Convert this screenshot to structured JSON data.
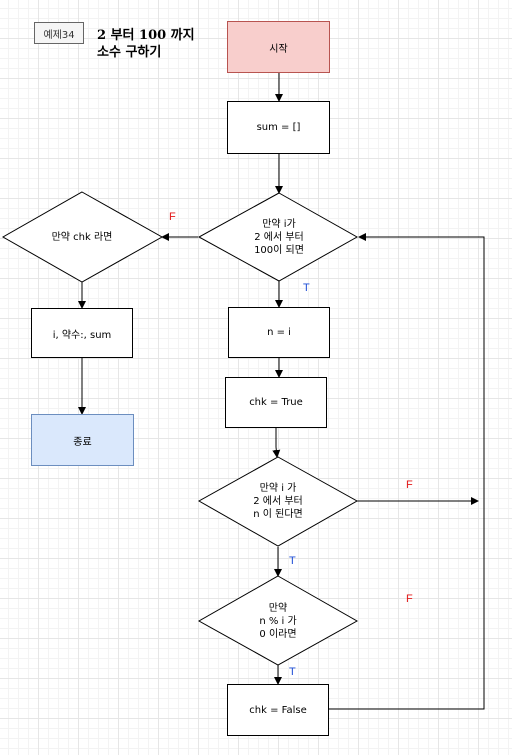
{
  "tag": "예제34",
  "title": "2 부터 100 까지\n소수 구하기",
  "nodes": {
    "start": "시작",
    "sum_init": "sum = []",
    "loop_i": "만약 i가\n2 에서 부터\n100이 되면",
    "check_chk": "만약 chk  라면",
    "print": "i, 약수:, sum",
    "end": "종료",
    "n_assign": "n = i",
    "chk_true": "chk = True",
    "loop_n": "만약 i 가\n2 에서 부터\nn 이 된다면",
    "mod_check": "만약\nn % i 가\n0 이라면",
    "chk_false": "chk = False"
  },
  "edge_labels": {
    "f1": "F",
    "t1": "T",
    "f2": "F",
    "t2": "T",
    "f3": "F",
    "t3": "T"
  },
  "colors": {
    "start_fill": "#f8cecc",
    "start_stroke": "#b85450",
    "end_fill": "#dae8fc",
    "end_stroke": "#6c8ebf"
  }
}
